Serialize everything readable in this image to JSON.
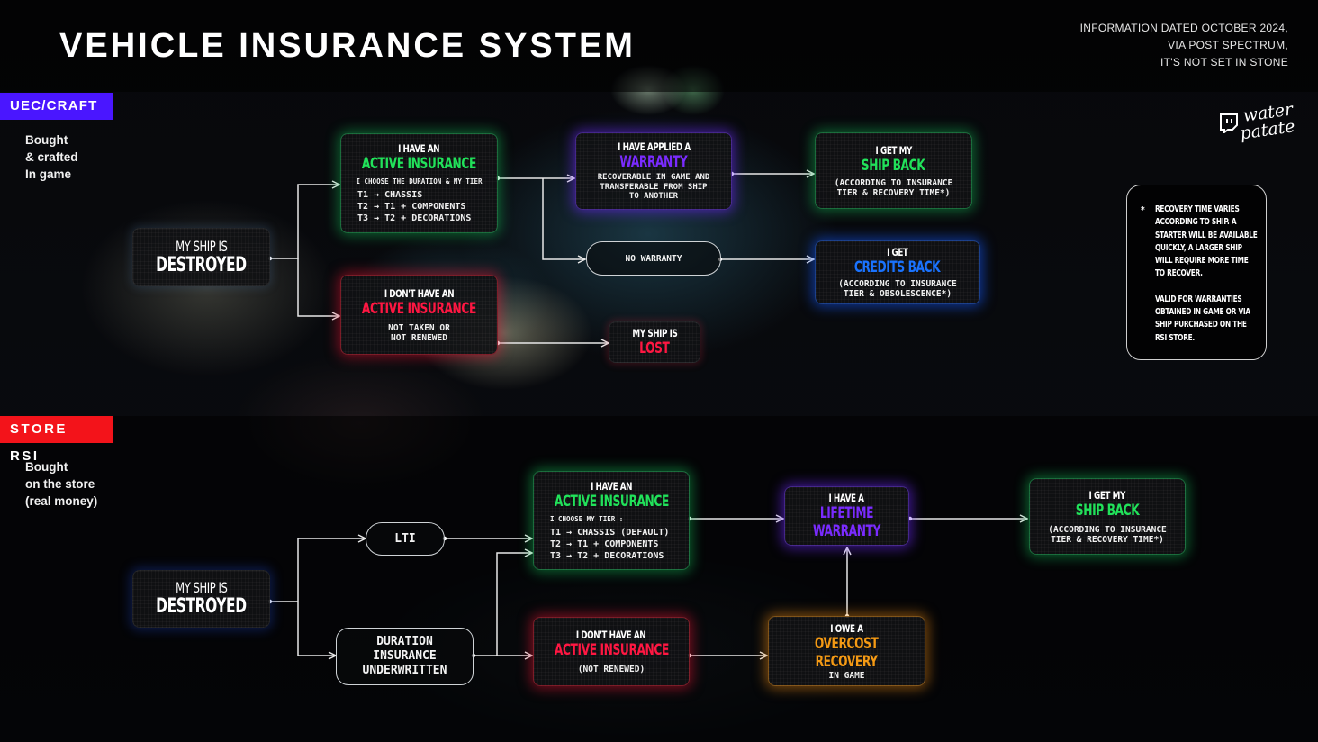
{
  "header": {
    "title": "VEHICLE INSURANCE SYSTEM",
    "info_lines": [
      "INFORMATION DATED OCTOBER 2024,",
      "VIA POST SPECTRUM,",
      "IT'S NOT SET IN STONE"
    ]
  },
  "logo": {
    "icon": "twitch-icon",
    "text_lines": [
      "water",
      "patate"
    ]
  },
  "colors": {
    "uec_tag": "#4a16ff",
    "rsi_tag": "#f3131a",
    "green": "#21e25a",
    "purple": "#7a2bff",
    "red": "#ff1742",
    "blue": "#1a73ff",
    "orange": "#f59a14"
  },
  "sections": {
    "uec": {
      "tag": "UEC/CRAFT",
      "desc_lines": [
        "Bought",
        "& crafted",
        "In game"
      ],
      "destroyed": {
        "line1": "MY SHIP IS",
        "line2": "DESTROYED"
      },
      "active": {
        "line1": "I HAVE AN",
        "line2": "ACTIVE INSURANCE",
        "sub": "I CHOOSE THE DURATION & MY TIER",
        "tiers": [
          "T1 → CHASSIS",
          "T2 → T1 + COMPONENTS",
          "T3 → T2 + DECORATIONS"
        ]
      },
      "inactive": {
        "line1": "I DON'T HAVE AN",
        "line2": "ACTIVE INSURANCE",
        "sub_lines": [
          "NOT TAKEN OR",
          "NOT RENEWED"
        ]
      },
      "warranty": {
        "line1": "I HAVE APPLIED A",
        "line2": "WARRANTY",
        "sub_lines": [
          "RECOVERABLE IN GAME AND",
          "TRANSFERABLE FROM SHIP",
          "TO ANOTHER"
        ]
      },
      "no_warranty": "NO WARRANTY",
      "ship_back": {
        "line1": "I GET MY",
        "line2": "SHIP BACK",
        "sub_lines": [
          "(ACCORDING TO INSURANCE",
          "TIER & RECOVERY TIME*)"
        ]
      },
      "credits_back": {
        "line1": "I GET",
        "line2": "CREDITS BACK",
        "sub_lines": [
          "(ACCORDING TO INSURANCE",
          "TIER & OBSOLESCENCE*)"
        ]
      },
      "lost": {
        "line1": "MY SHIP IS",
        "line2": "LOST"
      }
    },
    "rsi": {
      "tag": "STORE RSI",
      "desc_lines": [
        "Bought",
        "on the store",
        "(real money)"
      ],
      "destroyed": {
        "line1": "MY SHIP IS",
        "line2": "DESTROYED"
      },
      "lti": "LTI",
      "duration_lines": [
        "DURATION",
        "INSURANCE",
        "UNDERWRITTEN"
      ],
      "active": {
        "line1": "I HAVE AN",
        "line2": "ACTIVE INSURANCE",
        "sub": "I CHOOSE MY TIER :",
        "tiers": [
          "T1 → CHASSIS (DEFAULT)",
          "T2 → T1 + COMPONENTS",
          "T3 → T2 + DECORATIONS"
        ]
      },
      "inactive": {
        "line1": "I DON'T HAVE AN",
        "line2": "ACTIVE INSURANCE",
        "sub": "(NOT RENEWED)"
      },
      "lifetime": {
        "line1": "I HAVE A",
        "line2": "LIFETIME WARRANTY"
      },
      "overcost": {
        "line1": "I OWE A",
        "line2": "OVERCOST",
        "line3": "RECOVERY",
        "sub": "IN GAME"
      },
      "ship_back": {
        "line1": "I GET MY",
        "line2": "SHIP BACK",
        "sub_lines": [
          "(ACCORDING TO INSURANCE",
          "TIER & RECOVERY TIME*)"
        ]
      }
    }
  },
  "note": {
    "star": "*",
    "para1": "RECOVERY TIME VARIES ACCORDING TO SHIP. A STARTER WILL BE AVAILABLE QUICKLY, A LARGER SHIP WILL REQUIRE MORE TIME TO RECOVER.",
    "para2": "VALID FOR WARRANTIES OBTAINED IN GAME OR VIA SHIP PURCHASED ON THE RSI STORE."
  }
}
